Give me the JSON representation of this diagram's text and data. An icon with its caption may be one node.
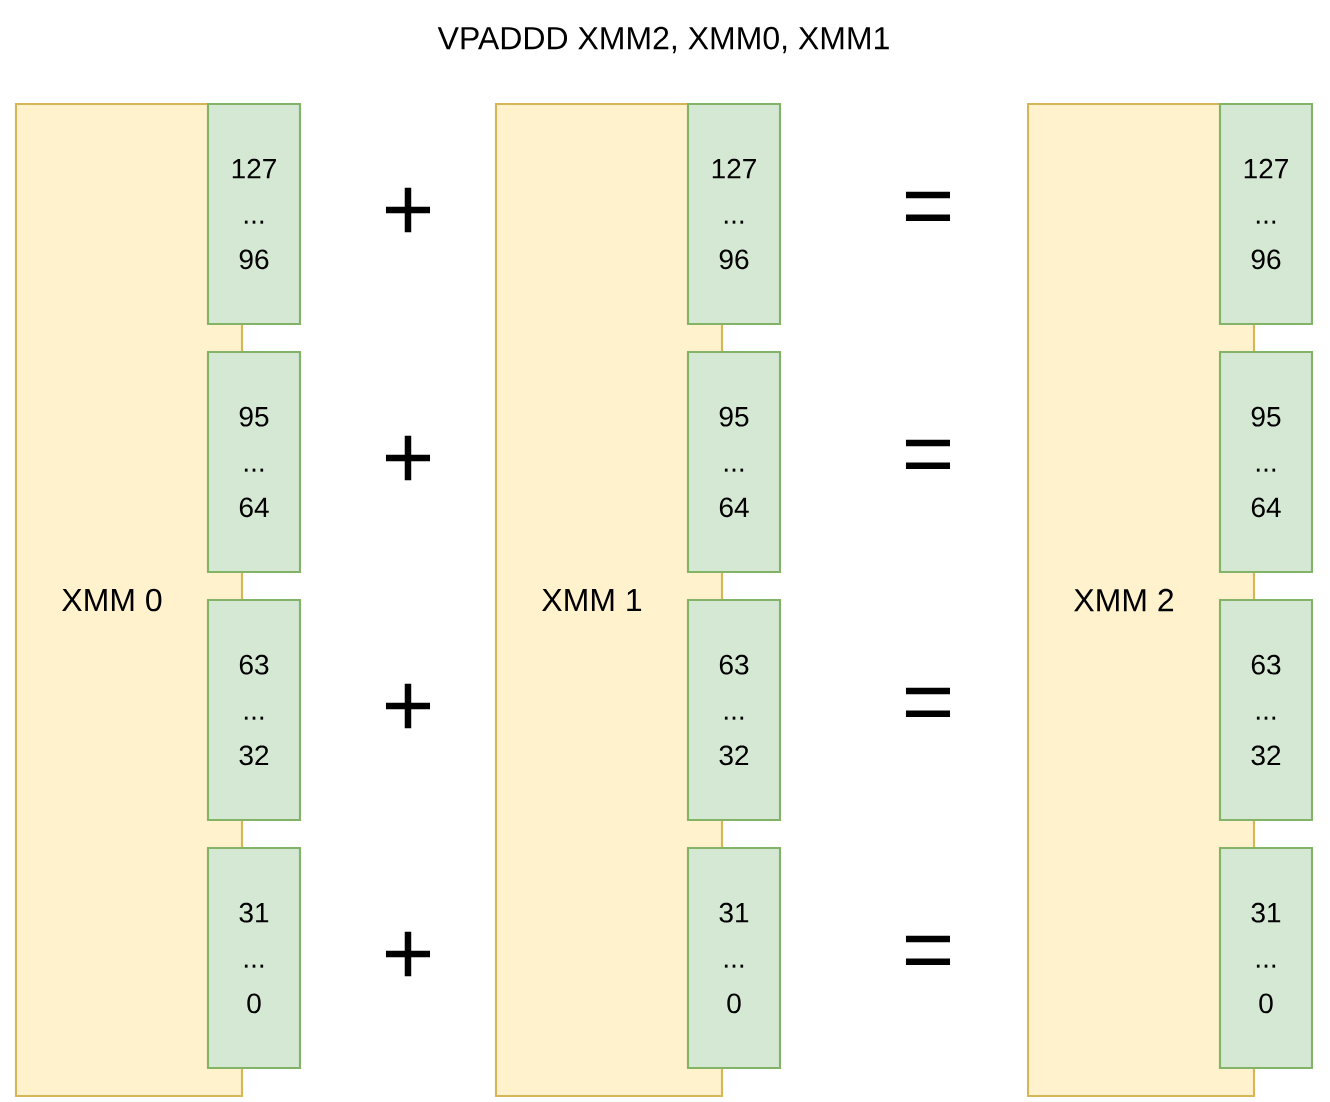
{
  "diagram": {
    "title": "VPADDD XMM2, XMM0, XMM1",
    "nodes": [
      {
        "text": [
          "XMM 0"
        ]
      },
      {
        "text": [
          "127 ... 96"
        ]
      },
      {
        "text": [
          "95 ... 64"
        ]
      },
      {
        "text": [
          "63 ... 32"
        ]
      },
      {
        "text": [
          "31 ... 0"
        ]
      },
      {
        "text": [
          "XMM 1"
        ]
      },
      {
        "text": [
          "127 ... 96"
        ]
      },
      {
        "text": [
          "95 ... 64"
        ]
      },
      {
        "text": [
          "63 ... 32"
        ]
      },
      {
        "text": [
          "31 ... 0"
        ]
      },
      {
        "text": [
          "XMM 2"
        ]
      },
      {
        "text": [
          "127 ... 96"
        ]
      },
      {
        "text": [
          "95 ... 64"
        ]
      },
      {
        "text": [
          "63 ... 32"
        ]
      },
      {
        "text": [
          "31 ... 0"
        ]
      }
    ],
    "labels": [
      "+",
      "=",
      "+",
      "=",
      "+",
      "=",
      "+",
      "="
    ]
  }
}
